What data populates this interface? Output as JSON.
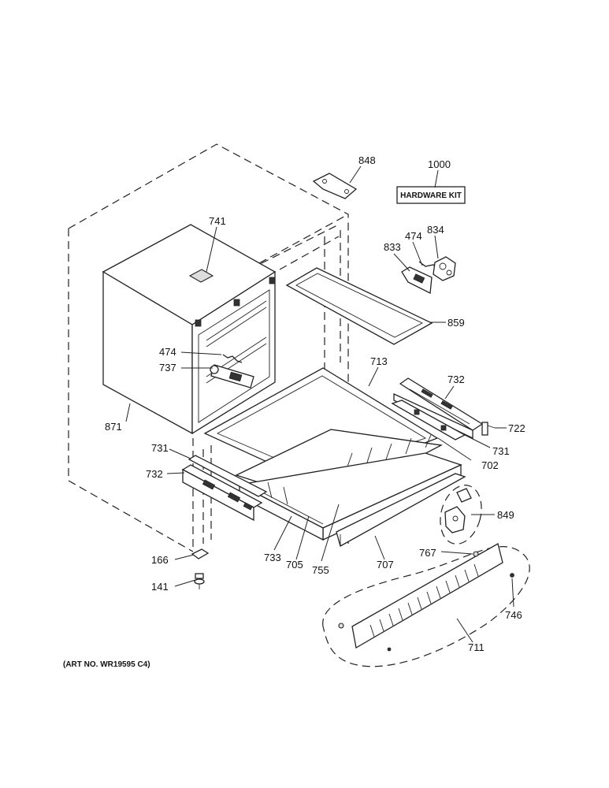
{
  "parts": {
    "p848": "848",
    "p1000": "1000",
    "p741": "741",
    "p474a": "474",
    "p834": "834",
    "p833": "833",
    "p859": "859",
    "p474b": "474",
    "p737": "737",
    "p713": "713",
    "p732a": "732",
    "p722": "722",
    "p871": "871",
    "p731a": "731",
    "p702": "702",
    "p731b": "731",
    "p732b": "732",
    "p849": "849",
    "p767": "767",
    "p166": "166",
    "p733": "733",
    "p705": "705",
    "p755": "755",
    "p707": "707",
    "p141": "141",
    "p746": "746",
    "p711": "711"
  },
  "hardware_kit_label": "HARDWARE KIT",
  "art_number": "(ART NO. WR19595 C4)"
}
